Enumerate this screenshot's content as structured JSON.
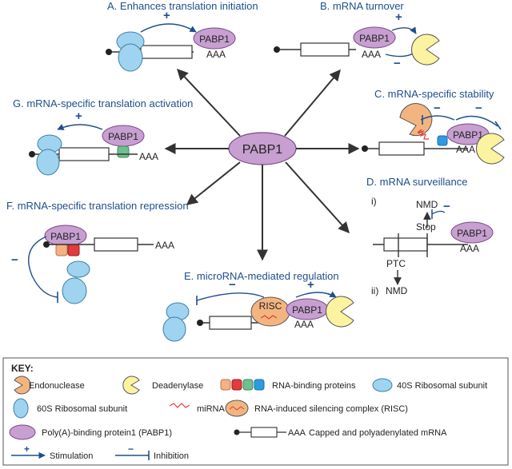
{
  "center": {
    "label": "PABP1"
  },
  "panels": {
    "A": {
      "title": "A. Enhances translation initiation",
      "pabp": "PABP1",
      "tail": "AAA",
      "sign": "+"
    },
    "B": {
      "title": "B. mRNA turnover",
      "pabp": "PABP1",
      "tail": "AAA",
      "sign_plus": "+",
      "sign_minus": "−"
    },
    "C": {
      "title": "C. mRNA-specific stability",
      "pabp": "PABP1",
      "tail": "AAA",
      "sign1": "−",
      "sign2": "−"
    },
    "D": {
      "title": "D. mRNA surveillance",
      "case1": "i)",
      "case2": "ii)",
      "nmd_top": "NMD",
      "stop": "Stop",
      "ptc": "PTC",
      "nmd_bottom": "NMD",
      "pabp": "PABP1",
      "tail": "AAA",
      "sign": "−"
    },
    "E": {
      "title": "E. microRNA-mediated regulation",
      "risc": "RISC",
      "pabp": "PABP1",
      "tail": "AAA",
      "sign_minus": "−",
      "sign_plus": "+"
    },
    "F": {
      "title": "F. mRNA-specific translation repression",
      "pabp": "PABP1",
      "tail": "AAA",
      "sign": "−"
    },
    "G": {
      "title": "G. mRNA-specific translation activation",
      "pabp": "PABP1",
      "tail": "AAA",
      "sign": "+"
    }
  },
  "key": {
    "heading": "KEY:",
    "items": [
      "Endonuclease",
      "Deadenylase",
      "RNA-binding proteins",
      "40S Ribosomal subunit",
      "60S Ribosomal subunit",
      "miRNA",
      "RNA-induced silencing complex (RISC)",
      "Poly(A)-binding protein1 (PABP1)",
      "Capped and polyadenylated mRNA",
      "Stimulation",
      "Inhibition"
    ],
    "mrna_tail": "AAA",
    "plus": "+",
    "minus": "−"
  },
  "colors": {
    "title": "#1f4e8c",
    "pabp": "#c79fd0",
    "ribosome": "#9fd3ef",
    "endonuclease": "#f3b57f",
    "deadenylase": "#fbf3a0",
    "rbp": [
      "#f4b183",
      "#e33b3b",
      "#6fbf8f",
      "#2f9be0"
    ],
    "arrow": "#333333",
    "reg": "#1f4e8c"
  }
}
